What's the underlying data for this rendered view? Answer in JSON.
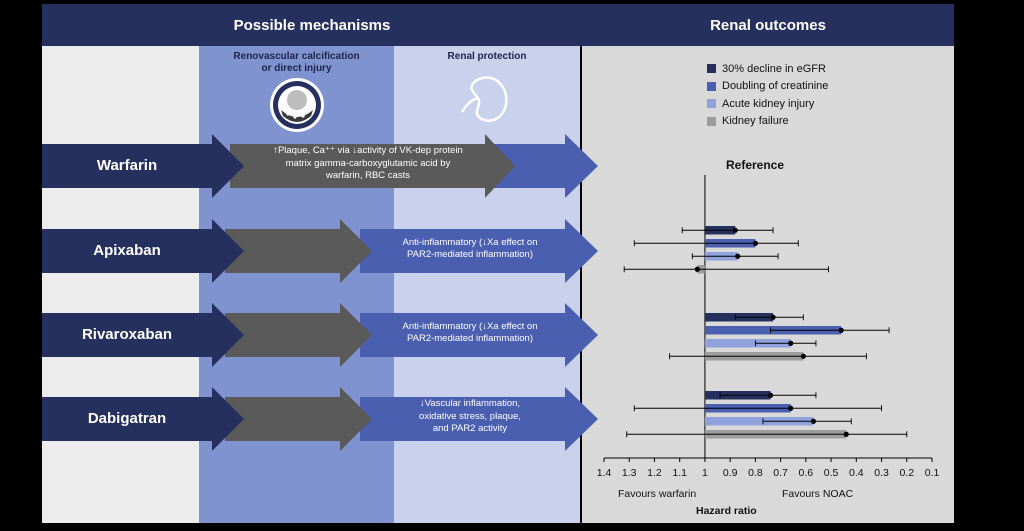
{
  "header": {
    "mechanisms_title": "Possible mechanisms",
    "outcomes_title": "Renal outcomes"
  },
  "columns": {
    "calcification_title": "Renovascular calcification\nor direct injury",
    "protection_title": "Renal protection",
    "calcification_icon": "calcified-vessel-icon",
    "protection_icon": "kidney-icon"
  },
  "drugs": [
    {
      "name": "Warfarin",
      "mechanism": "↑Plaque, Ca⁺⁺ via ↓activity of VK-dep protein\nmatrix gamma-carboxyglutamic acid by\nwarfarin, RBC casts"
    },
    {
      "name": "Apixaban",
      "mechanism": "Anti-inflammatory (↓Xa effect on\nPAR2-mediated inflammation)"
    },
    {
      "name": "Rivaroxaban",
      "mechanism": "Anti-inflammatory (↓Xa effect on\nPAR2-mediated inflammation)"
    },
    {
      "name": "Dabigatran",
      "mechanism": "↓Vascular inflammation,\noxidative stress, plaque,\nand PAR2 activity"
    }
  ],
  "colors": {
    "header_bg": "#26305f",
    "calcification_col": "#7f93d0",
    "protection_col": "#c9d1ec",
    "outcome_panel": "#d9d9d9",
    "left_panel": "#ececec",
    "drug_arrow": "#26305f",
    "grey_arrow": "#5a5a5a",
    "blue_arrow": "#4a5fb0"
  },
  "chart_data": {
    "type": "forest",
    "reference_label": "Reference",
    "reference_group": "Warfarin",
    "xlabel": "Hazard ratio",
    "xlim": [
      1.4,
      0.1
    ],
    "xticks": [
      1.4,
      1.3,
      1.2,
      1.1,
      1.0,
      0.9,
      0.8,
      0.7,
      0.6,
      0.5,
      0.4,
      0.3,
      0.2,
      0.1
    ],
    "left_annotation": "Favours warfarin",
    "right_annotation": "Favours NOAC",
    "legend_position": "top-right",
    "series": [
      {
        "name": "30% decline in eGFR",
        "color": "#26305f"
      },
      {
        "name": "Doubling of creatinine",
        "color": "#4a5fb0"
      },
      {
        "name": "Acute kidney injury",
        "color": "#8fa2dc"
      },
      {
        "name": "Kidney failure",
        "color": "#9c9c9c"
      }
    ],
    "groups": [
      {
        "drug": "Apixaban",
        "estimates": [
          {
            "series": 0,
            "hr": 0.88,
            "ci": [
              0.73,
              1.09
            ]
          },
          {
            "series": 1,
            "hr": 0.8,
            "ci": [
              0.63,
              1.28
            ]
          },
          {
            "series": 2,
            "hr": 0.87,
            "ci": [
              0.71,
              1.05
            ]
          },
          {
            "series": 3,
            "hr": 1.03,
            "ci": [
              0.51,
              1.32
            ]
          }
        ]
      },
      {
        "drug": "Rivaroxaban",
        "estimates": [
          {
            "series": 0,
            "hr": 0.73,
            "ci": [
              0.61,
              0.88
            ]
          },
          {
            "series": 1,
            "hr": 0.46,
            "ci": [
              0.27,
              0.74
            ]
          },
          {
            "series": 2,
            "hr": 0.66,
            "ci": [
              0.56,
              0.8
            ]
          },
          {
            "series": 3,
            "hr": 0.61,
            "ci": [
              0.36,
              1.14
            ]
          }
        ]
      },
      {
        "drug": "Dabigatran",
        "estimates": [
          {
            "series": 0,
            "hr": 0.74,
            "ci": [
              0.56,
              0.94
            ]
          },
          {
            "series": 1,
            "hr": 0.66,
            "ci": [
              0.3,
              1.28
            ]
          },
          {
            "series": 2,
            "hr": 0.57,
            "ci": [
              0.42,
              0.77
            ]
          },
          {
            "series": 3,
            "hr": 0.44,
            "ci": [
              0.2,
              1.31
            ]
          }
        ]
      }
    ]
  }
}
